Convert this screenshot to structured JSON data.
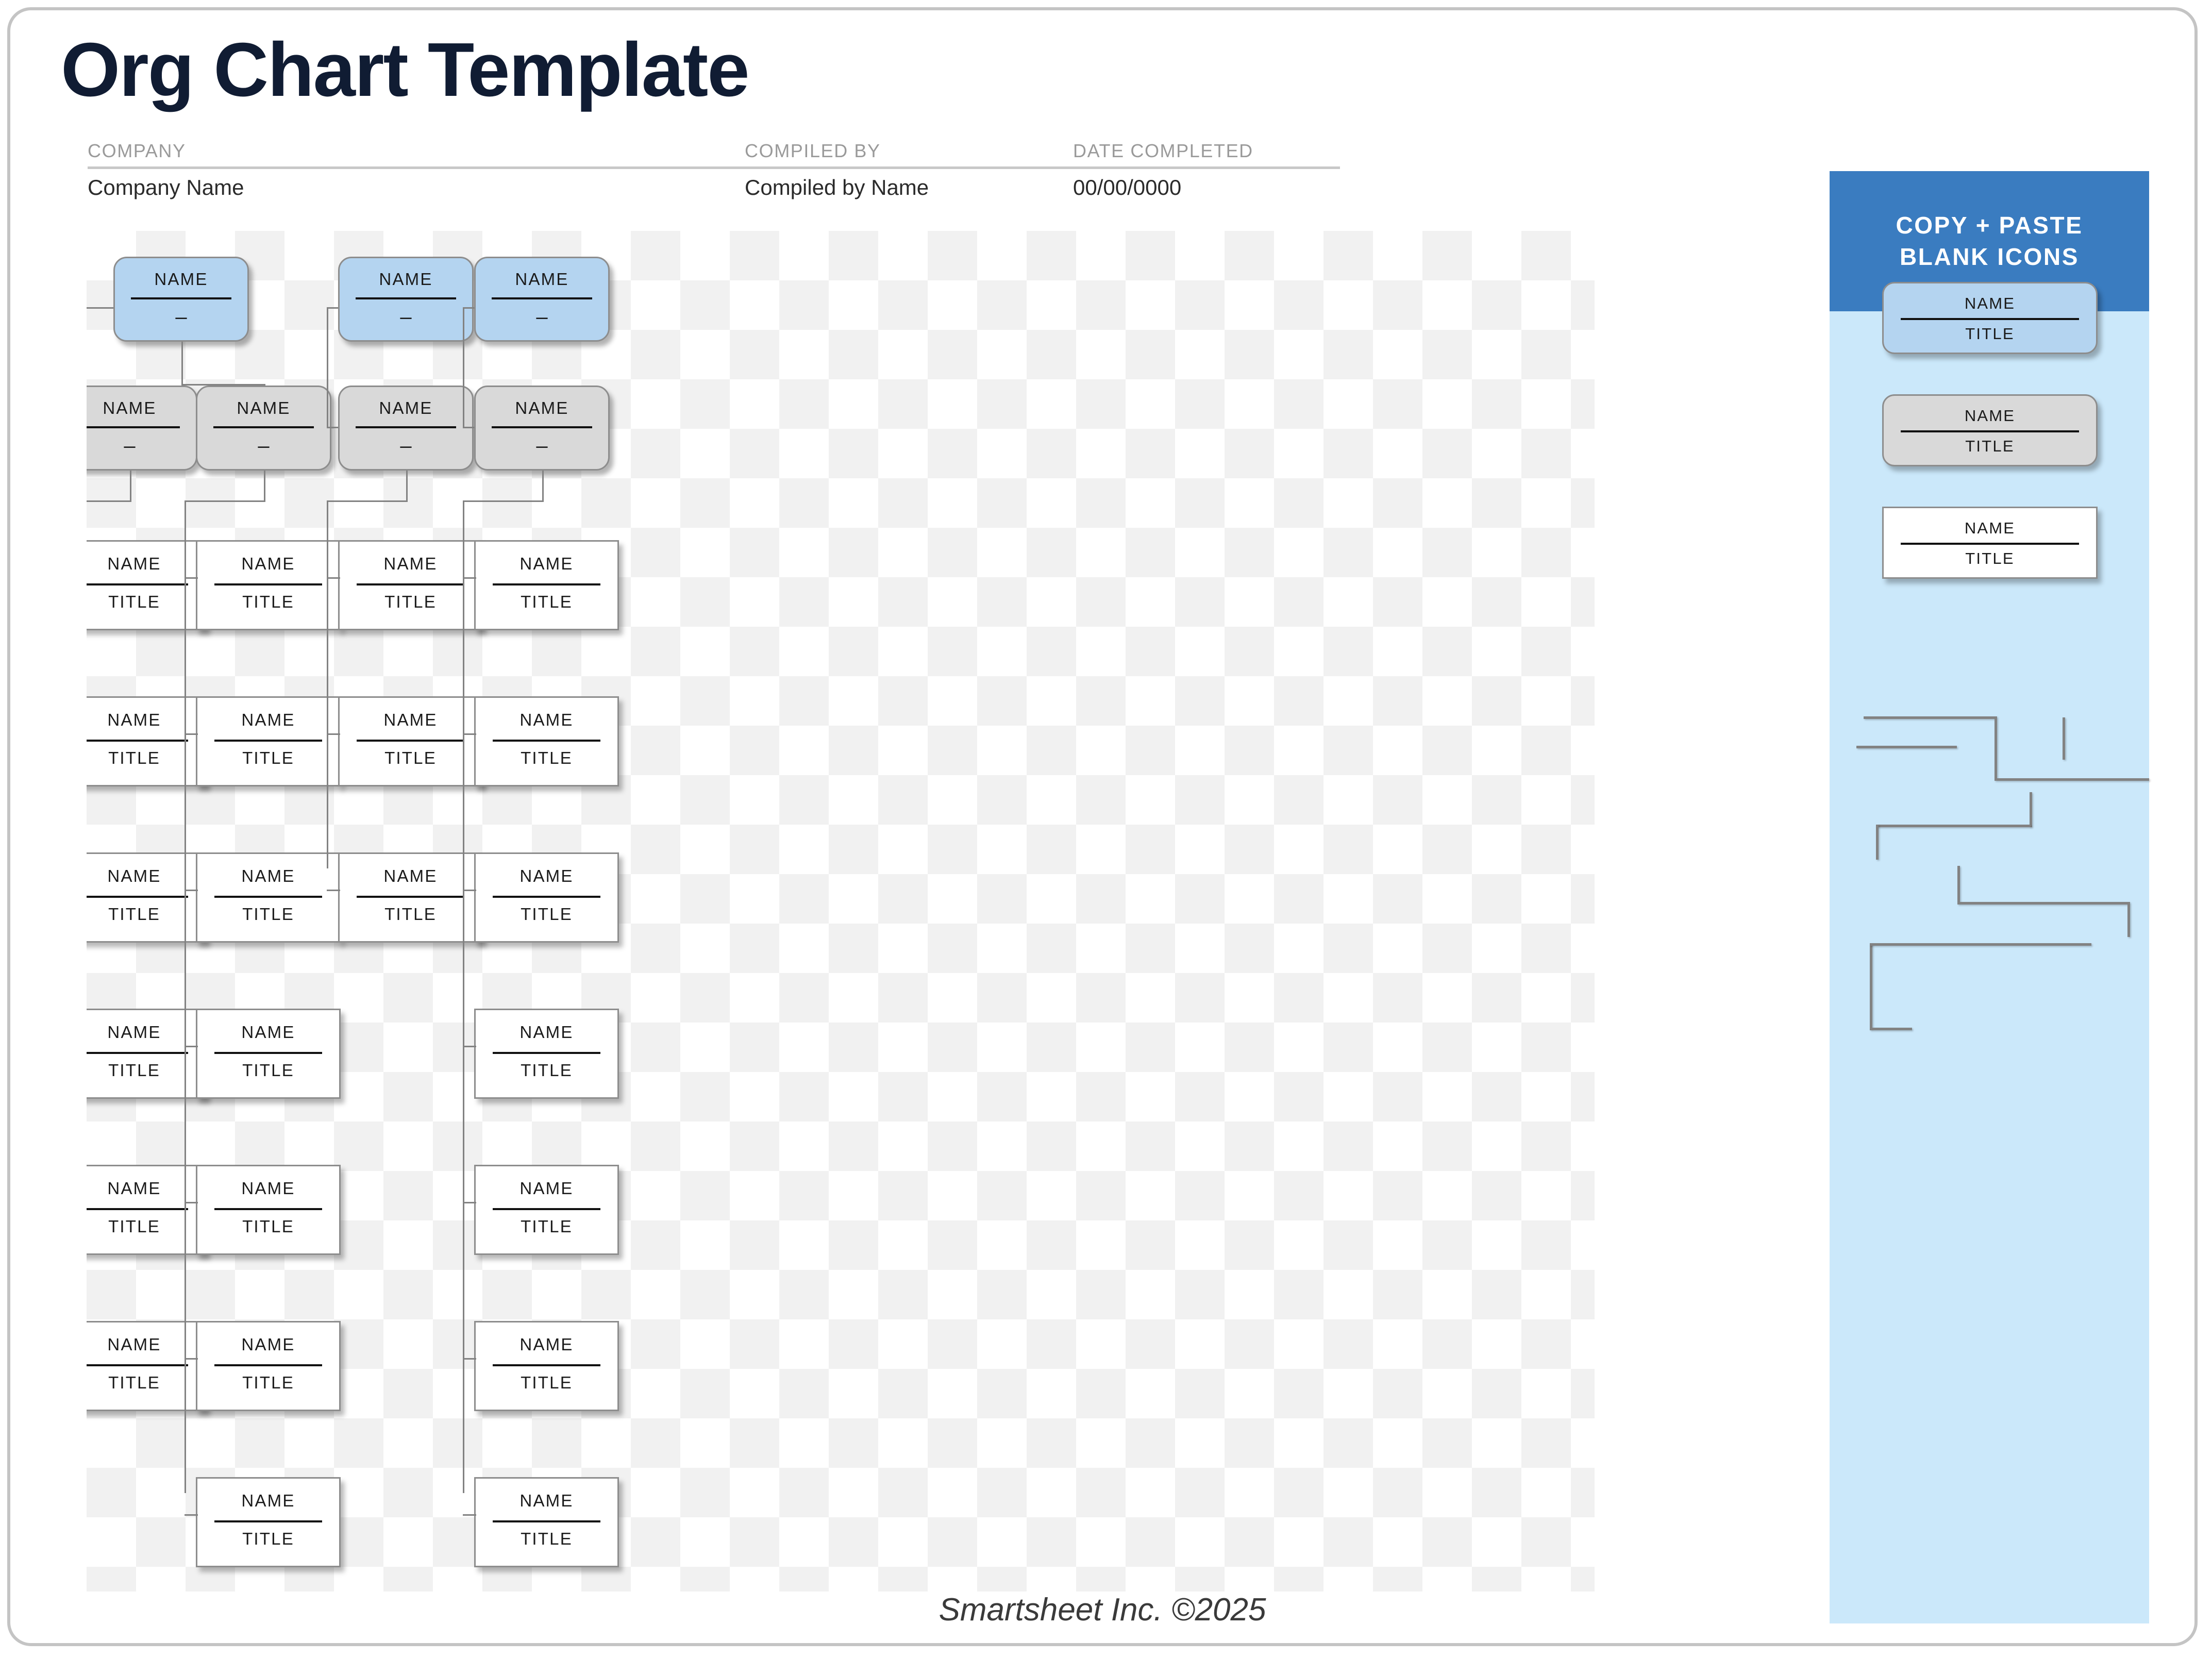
{
  "page": {
    "title": "Org Chart Template",
    "footer": "Smartsheet Inc. ©2025"
  },
  "meta": {
    "company_label": "COMPANY",
    "company_value": "Company Name",
    "compiled_label": "COMPILED BY",
    "compiled_value": "Compiled by Name",
    "date_label": "DATE COMPLETED",
    "date_value": "00/00/0000"
  },
  "labels": {
    "name": "NAME",
    "title": "TITLE",
    "dash": "–"
  },
  "colors": {
    "title_navy": "#101c33",
    "node_blue": "#b4d4f0",
    "node_gray": "#d9d9d9",
    "node_white": "#ffffff",
    "node_border": "#8d8d8d",
    "connector": "#828282",
    "sidebar_header_blue": "#3a7cc0",
    "sidebar_body_blue": "#cbe8fa",
    "page_border": "#c4c4c4",
    "checker_light": "#f1f1f1",
    "meta_label_gray": "#9a9a9a"
  },
  "sidebar": {
    "heading_line1": "COPY + PASTE",
    "heading_line2": "BLANK ICONS",
    "icons": [
      {
        "style": "blue",
        "name": "NAME",
        "title": "TITLE"
      },
      {
        "style": "gray",
        "name": "NAME",
        "title": "TITLE"
      },
      {
        "style": "white",
        "name": "NAME",
        "title": "TITLE"
      }
    ],
    "connector_samples": 7
  },
  "chart_data": {
    "type": "diagram",
    "diagram_kind": "organization-chart",
    "columns": [
      {
        "index": 0,
        "root": {
          "style": "blue",
          "name": "NAME",
          "subtitle": "–"
        },
        "manager": {
          "style": "gray",
          "name": "NAME",
          "subtitle": "–"
        },
        "reports_count": 6,
        "reports": [
          {
            "style": "white",
            "name": "NAME",
            "title": "TITLE"
          },
          {
            "style": "white",
            "name": "NAME",
            "title": "TITLE"
          },
          {
            "style": "white",
            "name": "NAME",
            "title": "TITLE"
          },
          {
            "style": "white",
            "name": "NAME",
            "title": "TITLE"
          },
          {
            "style": "white",
            "name": "NAME",
            "title": "TITLE"
          },
          {
            "style": "white",
            "name": "NAME",
            "title": "TITLE"
          }
        ]
      },
      {
        "index": 1,
        "root": null,
        "manager": {
          "style": "gray",
          "name": "NAME",
          "subtitle": "–"
        },
        "reports_count": 7,
        "reports": [
          {
            "style": "white",
            "name": "NAME",
            "title": "TITLE"
          },
          {
            "style": "white",
            "name": "NAME",
            "title": "TITLE"
          },
          {
            "style": "white",
            "name": "NAME",
            "title": "TITLE"
          },
          {
            "style": "white",
            "name": "NAME",
            "title": "TITLE"
          },
          {
            "style": "white",
            "name": "NAME",
            "title": "TITLE"
          },
          {
            "style": "white",
            "name": "NAME",
            "title": "TITLE"
          },
          {
            "style": "white",
            "name": "NAME",
            "title": "TITLE"
          }
        ]
      },
      {
        "index": 2,
        "root": {
          "style": "blue",
          "name": "NAME",
          "subtitle": "–"
        },
        "manager": {
          "style": "gray",
          "name": "NAME",
          "subtitle": "–"
        },
        "reports_count": 3,
        "reports": [
          {
            "style": "white",
            "name": "NAME",
            "title": "TITLE"
          },
          {
            "style": "white",
            "name": "NAME",
            "title": "TITLE"
          },
          {
            "style": "white",
            "name": "NAME",
            "title": "TITLE"
          }
        ]
      },
      {
        "index": 3,
        "root": {
          "style": "blue",
          "name": "NAME",
          "subtitle": "–"
        },
        "manager": {
          "style": "gray",
          "name": "NAME",
          "subtitle": "–"
        },
        "reports_count": 7,
        "reports": [
          {
            "style": "white",
            "name": "NAME",
            "title": "TITLE"
          },
          {
            "style": "white",
            "name": "NAME",
            "title": "TITLE"
          },
          {
            "style": "white",
            "name": "NAME",
            "title": "TITLE"
          },
          {
            "style": "white",
            "name": "NAME",
            "title": "TITLE"
          },
          {
            "style": "white",
            "name": "NAME",
            "title": "TITLE"
          },
          {
            "style": "white",
            "name": "NAME",
            "title": "TITLE"
          },
          {
            "style": "white",
            "name": "NAME",
            "title": "TITLE"
          }
        ]
      }
    ],
    "total_blue_nodes": 3,
    "total_gray_nodes": 4,
    "total_white_nodes": 23
  }
}
